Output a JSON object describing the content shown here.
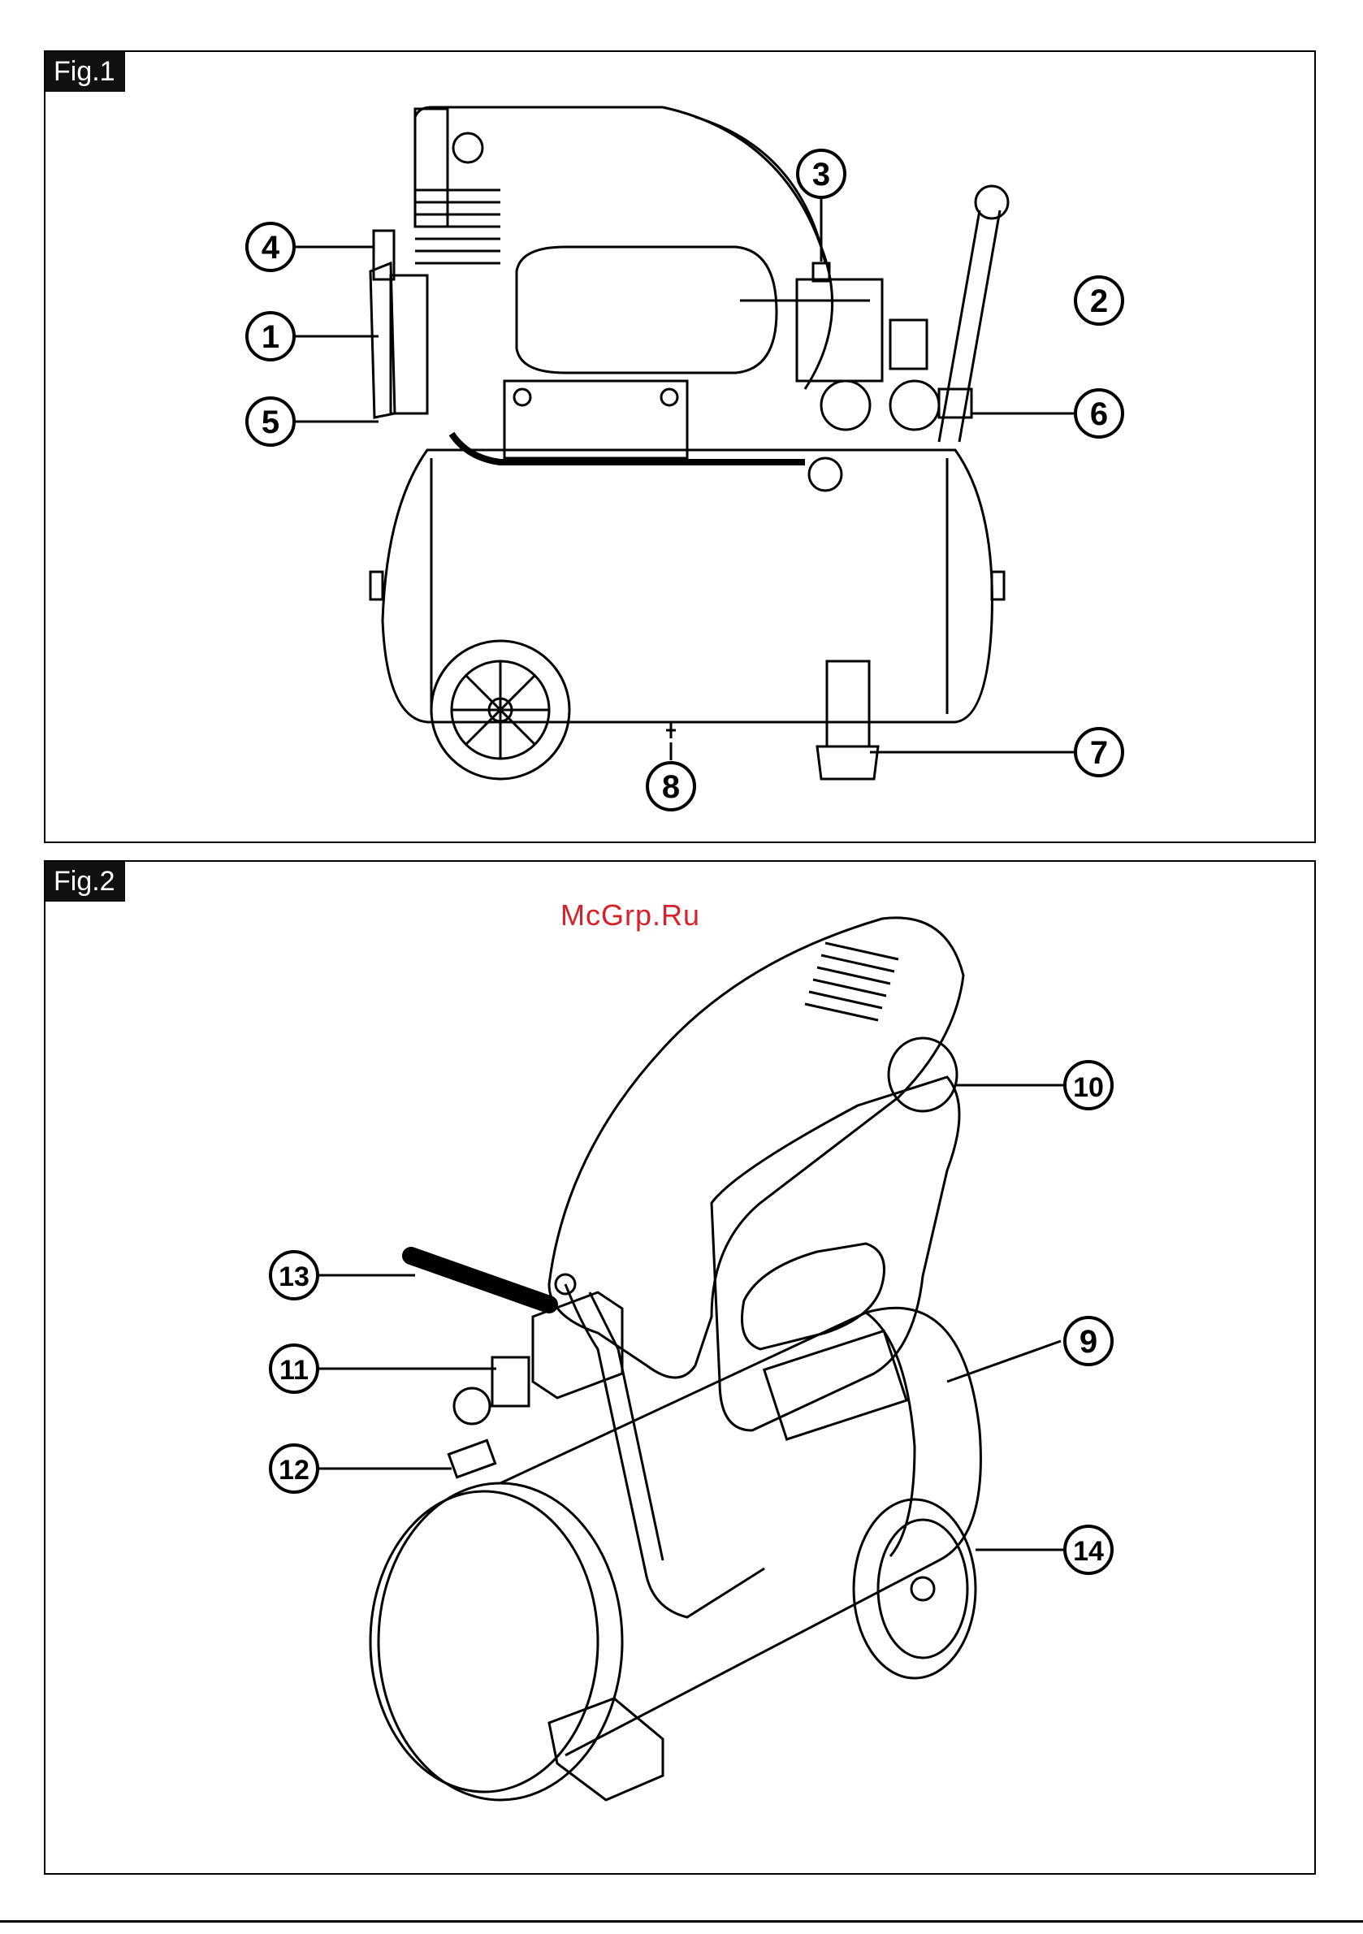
{
  "figures": [
    {
      "id": "fig1",
      "label": "Fig.1",
      "callouts": [
        "1",
        "2",
        "3",
        "4",
        "5",
        "6",
        "7",
        "8"
      ]
    },
    {
      "id": "fig2",
      "label": "Fig.2",
      "callouts": [
        "9",
        "10",
        "11",
        "12",
        "13",
        "14"
      ]
    }
  ],
  "watermark": "McGrp.Ru",
  "colors": {
    "line": "#000000",
    "label_bg": "#111111",
    "label_text": "#ffffff",
    "watermark": "#d8202a"
  }
}
